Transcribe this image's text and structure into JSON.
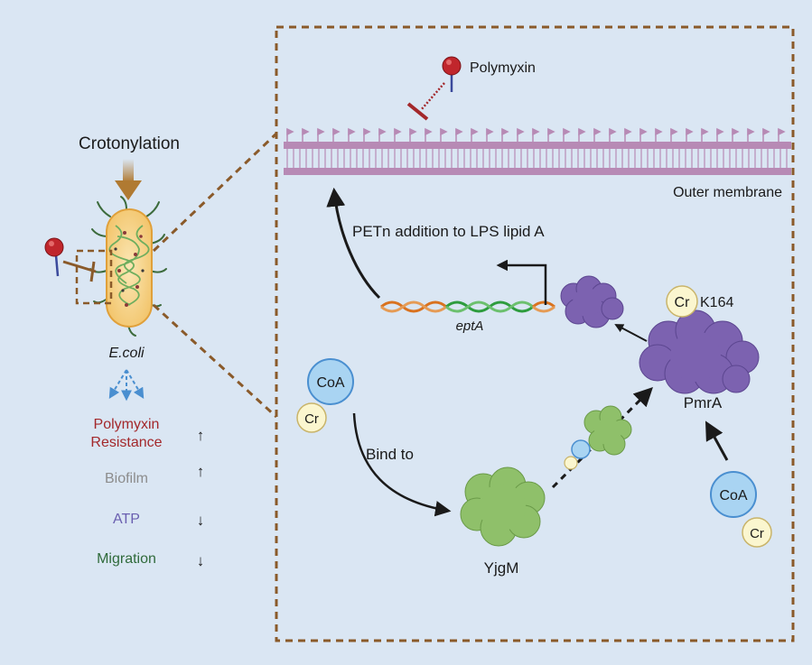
{
  "left_panel": {
    "stimulus_label": "Crotonylation",
    "organism_label": "E.coli",
    "phenotypes": [
      {
        "label_lines": [
          "Polymyxin",
          "Resistance"
        ],
        "change": "↑",
        "color": "#a3282b"
      },
      {
        "label_lines": [
          "Biofilm"
        ],
        "change": "↑",
        "color": "#8c8c8c"
      },
      {
        "label_lines": [
          "ATP"
        ],
        "change": "↓",
        "color": "#6a5fb0"
      },
      {
        "label_lines": [
          "Migration"
        ],
        "change": "↓",
        "color": "#2f6a3a"
      }
    ]
  },
  "detail_panel": {
    "antibiotic_label": "Polymyxin",
    "membrane_label": "Outer membrane",
    "modification_label": "PETn addition to LPS lipid A",
    "gene_label": "eptA",
    "site_label": "K164",
    "crotonyl_label": "Cr",
    "coa_label": "CoA",
    "binding_label": "Bind to",
    "protein_labels": {
      "regulator": "PmrA",
      "enzyme": "YjgM"
    }
  },
  "colors": {
    "background": "#dae6f3",
    "frame_dash": "#8a5a2a",
    "arrow_brown": "#b07a32",
    "membrane": "#b78ab5",
    "inhibitor": "#a3282b",
    "pmra": "#7c62b0",
    "yjgm": "#8fc06a",
    "coa_fill": "#a9d4f2",
    "coa_stroke": "#4a8fd0",
    "cr_fill": "#fbf6cf",
    "cr_stroke": "#c9b46a",
    "dna_orange": "#d9721f",
    "dna_green": "#2e9c3e",
    "dash_arrow_blue": "#4a8fd0"
  }
}
